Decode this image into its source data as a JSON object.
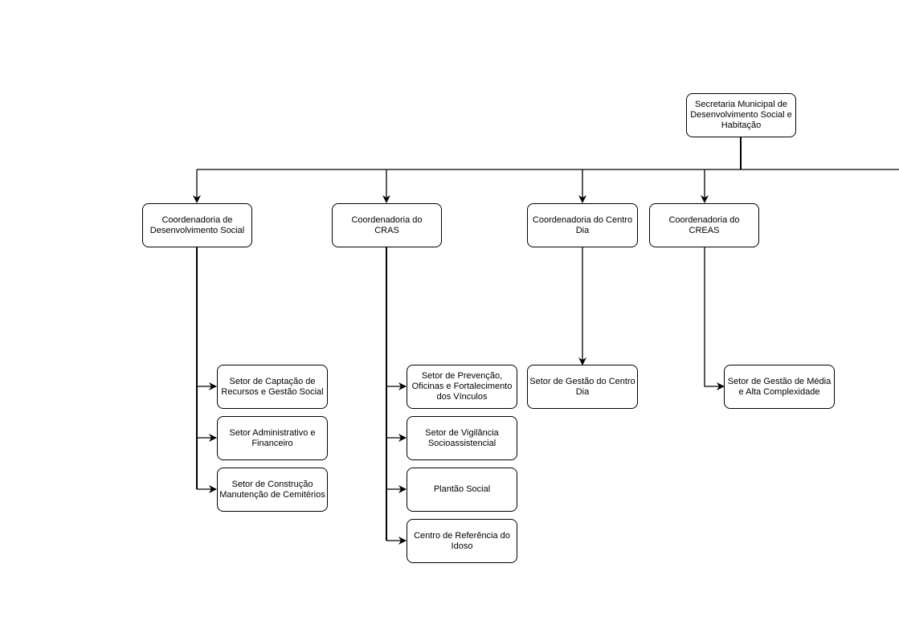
{
  "colors": {
    "stroke": "#000000",
    "node_fill": "#ffffff",
    "text": "#000000",
    "background": "#ffffff"
  },
  "root": {
    "label": "Secretaria Municipal de Desenvolvimento Social e Habitação"
  },
  "coordinations": [
    {
      "label": "Coordenadoria de Desenvolvimento Social",
      "sectors": [
        {
          "label": "Setor de Captação de Recursos e Gestão Social"
        },
        {
          "label": "Setor Administrativo e Financeiro"
        },
        {
          "label": "Setor de Construção Manutenção de Cemitérios"
        }
      ]
    },
    {
      "label": "Coordenadoria do CRAS",
      "sectors": [
        {
          "label": "Setor de Prevenção, Oficinas e Fortalecimento dos Vínculos"
        },
        {
          "label": "Setor de Vigilância Socioassistencial"
        },
        {
          "label": "Plantão Social"
        },
        {
          "label": "Centro de Referência do Idoso"
        }
      ]
    },
    {
      "label": "Coordenadoria do Centro Dia",
      "sectors": [
        {
          "label": "Setor de Gestão do Centro Dia"
        }
      ]
    },
    {
      "label": "Coordenadoria do CREAS",
      "sectors": [
        {
          "label": "Setor de Gestão de Média e Alta Complexidade"
        }
      ]
    }
  ]
}
